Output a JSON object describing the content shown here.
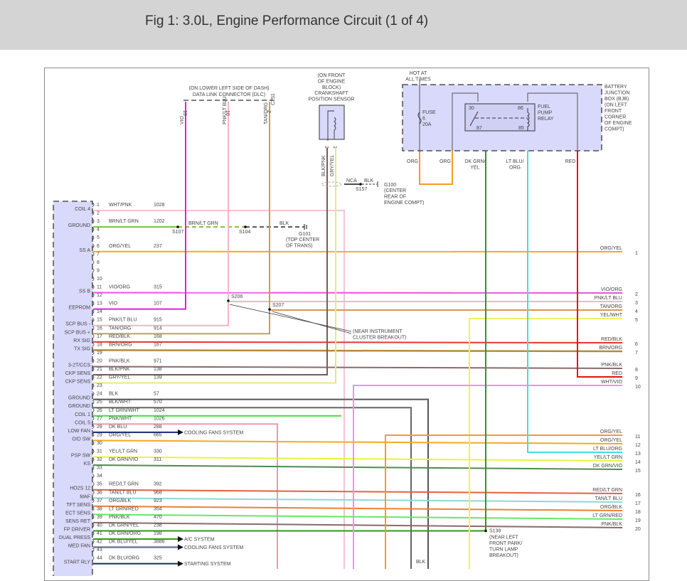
{
  "header": {
    "title": "Fig 1: 3.0L, Engine Performance Circuit (1 of 4)"
  },
  "colors": {
    "header_bg": "#d4d4d4",
    "module_fill": "#d9d9fb",
    "wire": {
      "WHT/PNK": "#f2c6d0",
      "BRN/LT GRN": "#7cc236",
      "ORG/YEL": "#f7a823",
      "VIO/ORG": "#ef4fe3",
      "VIO": "#e01fe0",
      "PNK/LT BLU": "#f7b3c6",
      "TAN/ORG": "#d49a4f",
      "RED/BLK": "#e8362f",
      "BRN/ORG": "#b58b3a",
      "PNK/BLK": "#8c6a6a",
      "BLK/PNK": "#7a5a5a",
      "GRY/YEL": "#e8e880",
      "BLK": "#555555",
      "BLK/WHT": "#666666",
      "LT GRN/WHT": "#3fe03f",
      "PNK/WHT": "#f497ad",
      "DK BLU": "#12287a",
      "YEL/LT GRN": "#e9f53a",
      "DK GRN/VIO": "#4f8a4f",
      "RED/LT GRN": "#e86040",
      "TAN/LT BLU": "#8fd7d7",
      "ORG/BLK": "#ee8030",
      "LT GRN/RED": "#66e866",
      "DK GRN/YEL": "#2d9a1a",
      "DK GRN/ORG": "#3a9a1a",
      "DK BLU/YEL": "#6c7b9a",
      "DK BLU/ORG": "#12287a",
      "YEL/WHT": "#f5f060",
      "WHT/VIO": "#f090e8",
      "LT BLU/ORG": "#44dddd",
      "RED": "#e81010",
      "ORG": "#f79a2a"
    }
  },
  "pcm": {
    "pins": [
      {
        "pin": "1",
        "label": "COIL 4",
        "color": "WHT/PNK",
        "circuit": "1028"
      },
      {
        "pin": "2",
        "label": "",
        "color": "",
        "circuit": ""
      },
      {
        "pin": "3",
        "label": "GROUND",
        "color": "BRN/LT GRN",
        "circuit": "1202"
      },
      {
        "pin": "4",
        "label": "",
        "color": "",
        "circuit": ""
      },
      {
        "pin": "5",
        "label": "",
        "color": "",
        "circuit": ""
      },
      {
        "pin": "6",
        "label": "SS A",
        "color": "ORG/YEL",
        "circuit": "237"
      },
      {
        "pin": "7",
        "label": "",
        "color": "",
        "circuit": ""
      },
      {
        "pin": "8",
        "label": "",
        "color": "",
        "circuit": ""
      },
      {
        "pin": "9",
        "label": "",
        "color": "",
        "circuit": ""
      },
      {
        "pin": "10",
        "label": "",
        "color": "",
        "circuit": ""
      },
      {
        "pin": "11",
        "label": "SS B",
        "color": "VIO/ORG",
        "circuit": "315"
      },
      {
        "pin": "12",
        "label": "",
        "color": "",
        "circuit": ""
      },
      {
        "pin": "13",
        "label": "EEPROM",
        "color": "VIO",
        "circuit": "107"
      },
      {
        "pin": "14",
        "label": "",
        "color": "",
        "circuit": ""
      },
      {
        "pin": "15",
        "label": "SCP BUS -",
        "color": "PNK/LT BLU",
        "circuit": "915"
      },
      {
        "pin": "16",
        "label": "SCP BUS +",
        "color": "TAN/ORG",
        "circuit": "914"
      },
      {
        "pin": "17",
        "label": "RX SIG",
        "color": "RED/BLK",
        "circuit": "168"
      },
      {
        "pin": "18",
        "label": "TX SIG",
        "color": "BRN/ORG",
        "circuit": "167"
      },
      {
        "pin": "19",
        "label": "",
        "color": "",
        "circuit": ""
      },
      {
        "pin": "20",
        "label": "3-2T/CCS",
        "color": "PNK/BLK",
        "circuit": "971"
      },
      {
        "pin": "21",
        "label": "CKP SENS",
        "color": "BLK/PNK",
        "circuit": "138"
      },
      {
        "pin": "22",
        "label": "CKP SENS",
        "color": "GRY/YEL",
        "circuit": "139"
      },
      {
        "pin": "23",
        "label": "",
        "color": "",
        "circuit": ""
      },
      {
        "pin": "24",
        "label": "GROUND",
        "color": "BLK",
        "circuit": "57"
      },
      {
        "pin": "25",
        "label": "GROUND",
        "color": "BLK/WHT",
        "circuit": "570"
      },
      {
        "pin": "26",
        "label": "COIL 1",
        "color": "LT GRN/WHT",
        "circuit": "1024"
      },
      {
        "pin": "27",
        "label": "COIL 5",
        "color": "PNK/WHT",
        "circuit": "1026"
      },
      {
        "pin": "28",
        "label": "LOW FAN",
        "color": "DK BLU",
        "circuit": "288"
      },
      {
        "pin": "29",
        "label": "O/D SW",
        "color": "ORG/YEL",
        "circuit": "665"
      },
      {
        "pin": "30",
        "label": "",
        "color": "",
        "circuit": ""
      },
      {
        "pin": "31",
        "label": "PSP SW",
        "color": "YEL/LT GRN",
        "circuit": "330"
      },
      {
        "pin": "32",
        "label": "KS",
        "color": "DK GRN/VIO",
        "circuit": "311"
      },
      {
        "pin": "33",
        "label": "",
        "color": "",
        "circuit": ""
      },
      {
        "pin": "34",
        "label": "",
        "color": "",
        "circuit": ""
      },
      {
        "pin": "35",
        "label": "HO2S 12",
        "color": "RED/LT GRN",
        "circuit": "392"
      },
      {
        "pin": "36",
        "label": "MAF",
        "color": "TAN/LT BLU",
        "circuit": "968"
      },
      {
        "pin": "37",
        "label": "TFT SENS",
        "color": "ORG/BLK",
        "circuit": "923"
      },
      {
        "pin": "38",
        "label": "ECT SENS",
        "color": "LT GRN/RED",
        "circuit": "354"
      },
      {
        "pin": "39",
        "label": "SENS RET",
        "color": "PNK/BLK",
        "circuit": "470"
      },
      {
        "pin": "40",
        "label": "FP DRIVER",
        "color": "DK GRN/YEL",
        "circuit": "238"
      },
      {
        "pin": "41",
        "label": "DUAL PRESS",
        "color": "DK GRN/ORG",
        "circuit": "198"
      },
      {
        "pin": "42",
        "label": "MED FAN",
        "color": "DK BLU/YEL",
        "circuit": "3886"
      },
      {
        "pin": "43",
        "label": "",
        "color": "",
        "circuit": ""
      },
      {
        "pin": "44",
        "label": "START RLY",
        "color": "DK BLU/ORG",
        "circuit": "325"
      }
    ]
  },
  "dlc": {
    "location": "(ON LOWER LEFT SIDE OF DASH)",
    "name": "DATA LINK CONNECTOR (DLC)",
    "connector": "C251",
    "pins": [
      {
        "pin": "13",
        "color": "VIO"
      },
      {
        "pin": "10",
        "color": "PNK/LT BLU"
      },
      {
        "pin": "2",
        "color": "TAN/ORG"
      }
    ]
  },
  "ckp_sensor": {
    "location_lines": [
      "(ON FRONT",
      "OF ENGINE",
      "BLOCK)"
    ],
    "name_lines": [
      "CRANKSHAFT",
      "POSITION SENSOR"
    ],
    "pins": [
      {
        "pin": "2",
        "color": "BLK/PNK"
      },
      {
        "pin": "1",
        "color": "GRY/YEL"
      }
    ]
  },
  "ground_g100": {
    "nca": "NCA",
    "wire": "BLK",
    "splice": "S157",
    "id": "G100",
    "location_lines": [
      "(CENTER",
      "REAR OF",
      "ENGINE COMPT)"
    ]
  },
  "ground_g101": {
    "wire1": "BRN/LT GRN",
    "wire2": "BLK",
    "splice1": "S107",
    "splice2": "S104",
    "id": "G101",
    "location_lines": [
      "(TOP CENTER",
      "OF TRANS)"
    ]
  },
  "splices": {
    "s206": "S206",
    "s207": "S207",
    "cluster_note_lines": [
      "(NEAR INSTRUMENT",
      "CLUSTER BREAKOUT)"
    ],
    "s138": "S138",
    "s138_note_lines": [
      "(NEAR LEFT",
      "FRONT PARK/",
      "TURN LAMP",
      "BREAKOUT)"
    ]
  },
  "bjb": {
    "hot_lines": [
      "HOT AT",
      "ALL TIMES"
    ],
    "fuse_lines": [
      "FUSE",
      "6",
      "20A"
    ],
    "relay_lines": [
      "FUEL",
      "PUMP",
      "RELAY"
    ],
    "relay_pins": {
      "p30": "30",
      "p86": "86",
      "p87": "87",
      "p85": "85"
    },
    "box_lines": [
      "BATTERY",
      "JUNCTION",
      "BOX (BJB)",
      "(ON LEFT",
      "FRONT",
      "CORNER",
      "OF ENGINE",
      "COMPT)"
    ],
    "wires": [
      {
        "lines": [
          "ORG"
        ]
      },
      {
        "lines": [
          "ORG"
        ]
      },
      {
        "lines": [
          "DK GRN/",
          "YEL"
        ]
      },
      {
        "lines": [
          "LT BLU/",
          "ORG"
        ]
      },
      {
        "lines": [
          "RED"
        ]
      }
    ]
  },
  "right_connector": {
    "pins": [
      {
        "pin": "1",
        "color": "ORG/YEL"
      },
      {
        "pin": "2",
        "color": "VIO/ORG"
      },
      {
        "pin": "3",
        "color": "PNK/LT BLU"
      },
      {
        "pin": "4",
        "color": "TAN/ORG"
      },
      {
        "pin": "5",
        "color": "YEL/WHT"
      },
      {
        "pin": "6",
        "color": "RED/BLK"
      },
      {
        "pin": "7",
        "color": "BRN/ORG"
      },
      {
        "pin": "8",
        "color": "PNK/BLK"
      },
      {
        "pin": "9",
        "color": "RED"
      },
      {
        "pin": "10",
        "color": "WHT/VIO"
      },
      {
        "pin": "11",
        "color": "ORG/YEL"
      },
      {
        "pin": "12",
        "color": "ORG/YEL"
      },
      {
        "pin": "13",
        "color": "LT BLU/ORG"
      },
      {
        "pin": "14",
        "color": "YEL/LT GRN"
      },
      {
        "pin": "15",
        "color": "DK GRN/VIO"
      },
      {
        "pin": "16",
        "color": "RED/LT GRN"
      },
      {
        "pin": "17",
        "color": "TAN/LT BLU"
      },
      {
        "pin": "18",
        "color": "ORG/BLK"
      },
      {
        "pin": "19",
        "color": "LT GRN/RED"
      },
      {
        "pin": "20",
        "color": "PNK/BLK"
      }
    ]
  },
  "destinations": {
    "pin28": "COOLING FANS SYSTEM",
    "pin41": "A/C SYSTEM",
    "pin42": "COOLING FANS SYSTEM",
    "pin44": "STARTING SYSTEM"
  },
  "misc": {
    "blk_label": "BLK"
  }
}
